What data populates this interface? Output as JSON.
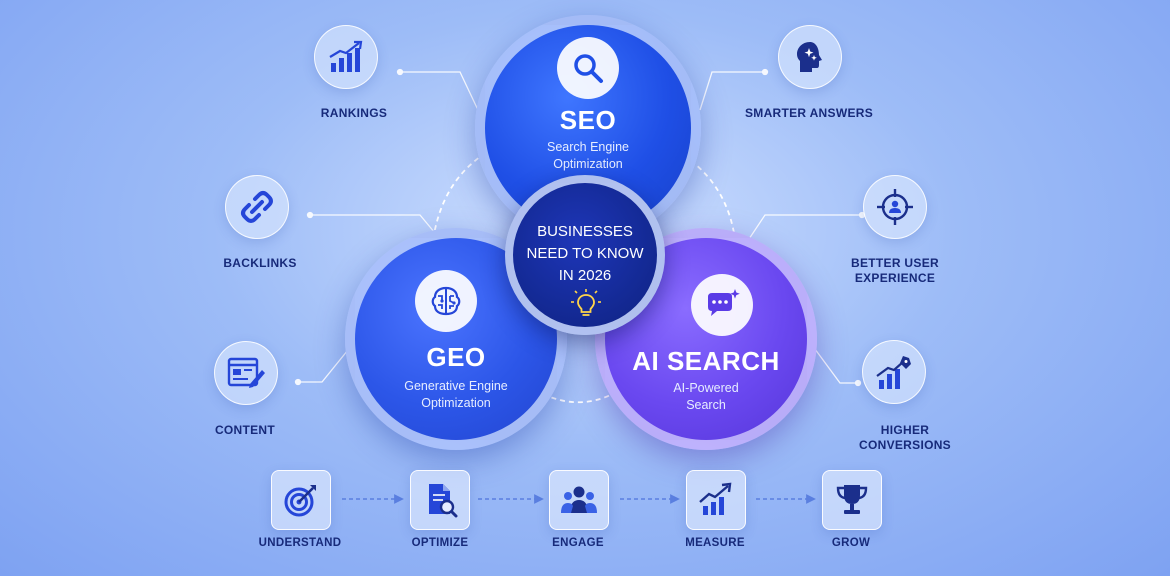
{
  "center": {
    "lines": [
      "BUSINESSES",
      "NEED TO KNOW",
      "IN 2026"
    ],
    "icon": "lightbulb-icon"
  },
  "seo": {
    "title": "SEO",
    "subtitle": [
      "Search Engine",
      "Optimization"
    ],
    "icon": "search-icon"
  },
  "geo": {
    "title": "GEO",
    "subtitle": [
      "Generative Engine",
      "Optimization"
    ],
    "icon": "brain-circuit-icon"
  },
  "ai": {
    "title": "AI SEARCH",
    "subtitle": [
      "AI-Powered",
      "Search"
    ],
    "icon": "chat-sparkle-icon"
  },
  "left_nodes": [
    {
      "label": [
        "RANKINGS"
      ],
      "icon": "bar-chart-up-icon"
    },
    {
      "label": [
        "BACKLINKS"
      ],
      "icon": "chain-link-icon"
    },
    {
      "label": [
        "CONTENT"
      ],
      "icon": "browser-edit-icon"
    }
  ],
  "right_nodes": [
    {
      "label": [
        "SMARTER ANSWERS"
      ],
      "icon": "head-sparkle-icon"
    },
    {
      "label": [
        "BETTER USER",
        "EXPERIENCE"
      ],
      "icon": "user-target-icon"
    },
    {
      "label": [
        "HIGHER",
        "CONVERSIONS"
      ],
      "icon": "growth-rocket-icon"
    }
  ],
  "steps": [
    {
      "label": "UNDERSTAND",
      "icon": "target-arrow-icon"
    },
    {
      "label": "OPTIMIZE",
      "icon": "document-search-icon"
    },
    {
      "label": "ENGAGE",
      "icon": "group-icon"
    },
    {
      "label": "MEASURE",
      "icon": "line-chart-icon"
    },
    {
      "label": "GROW",
      "icon": "trophy-icon"
    }
  ],
  "colors": {
    "background": "#9dbcf7",
    "seo": "#2a5bf0",
    "geo": "#3560ee",
    "ai_search": "#6c4df2",
    "center": "#142a96",
    "label_text": "#172a7a",
    "icon_blue": "#2546d8"
  }
}
